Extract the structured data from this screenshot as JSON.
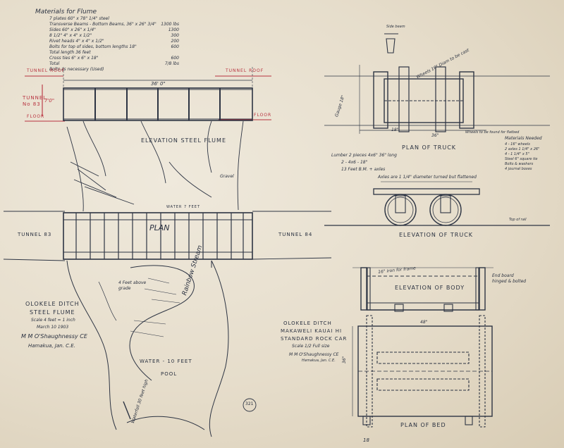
{
  "materials": {
    "heading": "Materials for Flume",
    "lines": [
      {
        "item": "7 plates 60\" x 78\" 1/4\" steel",
        "qty": ""
      },
      {
        "item": "Transverse Beams - Bottom Beams, 36\" x 26\" 3/4\"",
        "qty": "1300 lbs"
      },
      {
        "item": "Sides 60\" x 26\" x 1/4\"",
        "qty": "1300"
      },
      {
        "item": "8 1/2\" 4\" x 4\" x 1/2\"",
        "qty": "300"
      },
      {
        "item": "Rivet heads 4\" x 4\" x 1/2\"",
        "qty": "200"
      },
      {
        "item": "Bolts for top of sides, bottom lengths 18\"",
        "qty": "600"
      },
      {
        "item": "Total length 36 feet",
        "qty": ""
      },
      {
        "item": "Cross ties 6\" x 6\" x 18\"",
        "qty": "600"
      },
      {
        "item": "Total",
        "qty": "7/8 lbs"
      },
      {
        "item": "Bolts as necessary (Used)",
        "qty": ""
      }
    ]
  },
  "flume": {
    "tunnel_roof_left": "TUNNEL ROOF",
    "tunnel_roof_right": "TUNNEL ROOF",
    "floor_left": "FLOOR",
    "floor_right": "FLOOR",
    "tunnel_no": "TUNNEL No 83",
    "height_dim": "7'0\"",
    "length_dim": "36' 0\"",
    "elevation_title": "ELEVATION STEEL FLUME",
    "plan_title": "PLAN",
    "water_level": "WATER 7 FEET",
    "tunnel_83": "TUNNEL 83",
    "tunnel_84": "TUNNEL 84",
    "gravel_note": "Gravel",
    "above_grade": "4 Feet above grade",
    "stream": "Rainbow Stream",
    "water_pool": "WATER - 10 FEET",
    "pool": "POOL",
    "waterfall": "Waterfall 30 feet high"
  },
  "title_left": {
    "lines": [
      "OLOKELE DITCH",
      "STEEL FLUME",
      "Scale 4 feet = 1 inch",
      "March 10 1903",
      "M M O'Shaughnessy CE",
      "Hamakua, Jan. C.E."
    ]
  },
  "truck": {
    "plan_title": "PLAN OF TRUCK",
    "elevation_title": "ELEVATION OF TRUCK",
    "gauge": "Gauge 18\"",
    "wheel_note": "Wheels 16\" Diam to be cast",
    "side_beam": "Side beam",
    "dim_18": "18\"",
    "dim_36": "36\"",
    "lumber": "Lumber 2 pieces 4x6\" 36\" long",
    "lumber2": "2 - 4x6 - 18\"",
    "feet_bm": "13 Feet B.M. + axles",
    "wheels_note": "Wheels to be found for flatbed",
    "axle_note": "Axles are 1 1/4\" diameter turned but flattened",
    "top_rail": "Top of rail",
    "materials_head": "Materials Needed",
    "materials_lines": [
      "4 - 16\" wheels",
      "2 axles 1 1/4\" x 26\"",
      "4 - 1 1/4\" x 5\"",
      "Steel 6\" square tie",
      "Bolts & washers",
      "4 journal boxes"
    ]
  },
  "body": {
    "elevation_title": "ELEVATION OF BODY",
    "note": "16\" iron for frame",
    "end_board": "End board hinged & bolted",
    "plan_bed_title": "PLAN OF BED",
    "dim_48": "48\"",
    "dim_36": "36\""
  },
  "title_right": {
    "lines": [
      "OLOKELE DITCH",
      "MAKAWELI KAUAI HI",
      "STANDARD ROCK CAR",
      "Scale 1/2 Full size",
      "M M O'Shaughnessy CE",
      "Hamakua, Jan. C.E."
    ]
  },
  "sheet_no": "18",
  "stamp": "321"
}
